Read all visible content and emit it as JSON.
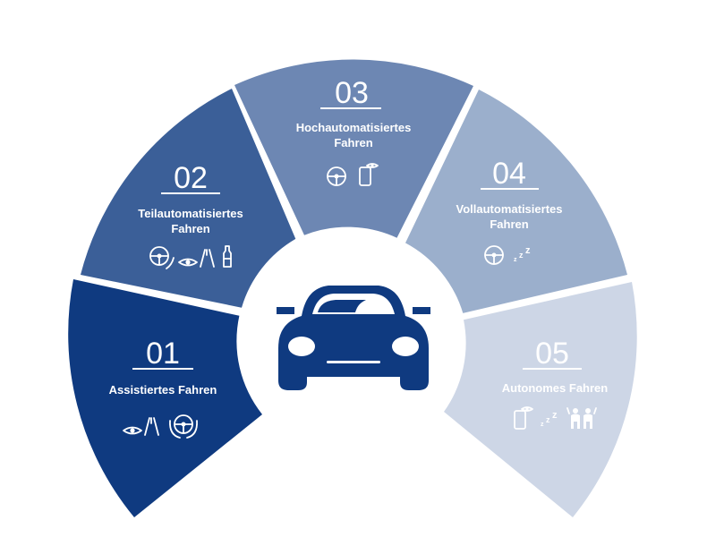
{
  "colors": {
    "level1": "#0f3a80",
    "level2": "#3b5f98",
    "level3": "#6d87b3",
    "level4": "#9bafcc",
    "level5": "#cdd6e6",
    "car": "#0f3a80",
    "center": "#ffffff"
  },
  "levels": [
    {
      "number": "01",
      "line1": "Assistiertes Fahren",
      "line2": "",
      "icons": [
        "eye-icon",
        "road-lines-icon",
        "hands-on-wheel-icon"
      ]
    },
    {
      "number": "02",
      "line1": "Teilautomatisiertes",
      "line2": "Fahren",
      "icons": [
        "hands-on-wheel-icon",
        "eye-icon",
        "road-lines-icon",
        "bottle-icon"
      ]
    },
    {
      "number": "03",
      "line1": "Hochautomatisiertes",
      "line2": "Fahren",
      "icons": [
        "steering-wheel-icon",
        "phone-eye-icon"
      ]
    },
    {
      "number": "04",
      "line1": "Vollautomatisiertes",
      "line2": "Fahren",
      "icons": [
        "steering-wheel-icon",
        "sleep-icon"
      ]
    },
    {
      "number": "05",
      "line1": "Autonomes Fahren",
      "line2": "",
      "icons": [
        "phone-eye-icon",
        "sleep-icon",
        "passengers-icon"
      ]
    }
  ],
  "center_icon": "car-icon"
}
